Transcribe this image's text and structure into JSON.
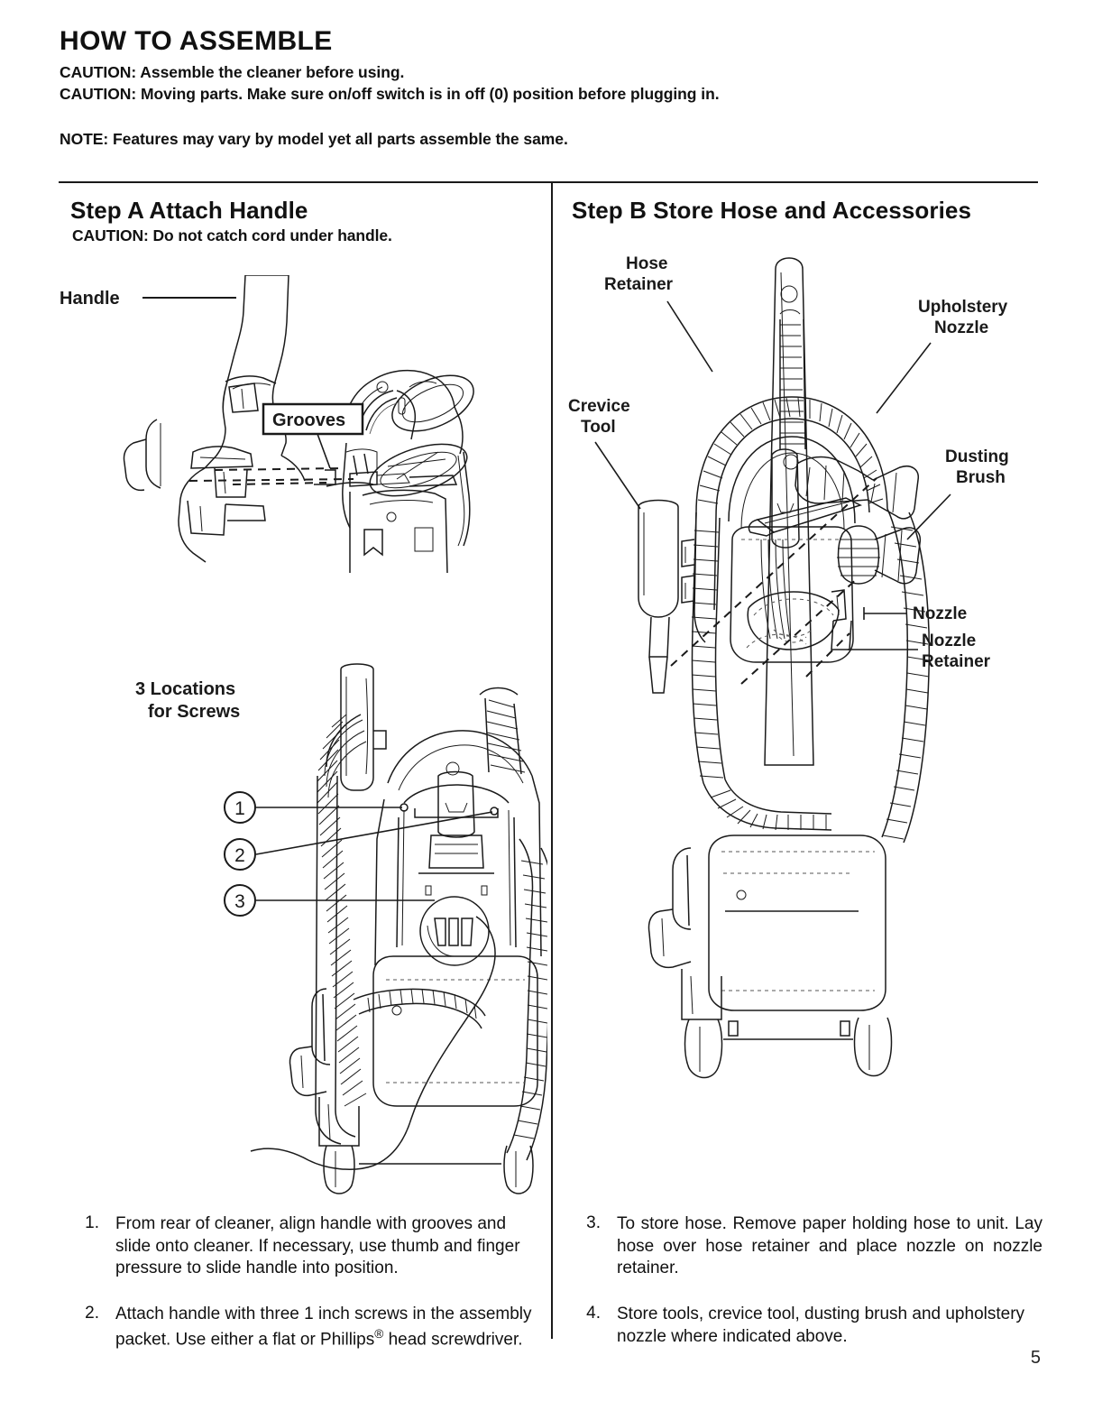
{
  "document": {
    "title": "HOW TO ASSEMBLE",
    "cautions": [
      "CAUTION:  Assemble the cleaner before using.",
      "CAUTION:  Moving parts. Make sure on/off switch is in off (0) position before plugging in."
    ],
    "note": "NOTE:  Features may vary by model yet all parts assemble the same.",
    "page_number": "5"
  },
  "step_a": {
    "heading": "Step A  Attach Handle",
    "caution": "CAUTION: Do not catch cord under handle.",
    "figure_labels": {
      "handle": "Handle",
      "grooves": "Grooves",
      "screw_locations_line1": "3 Locations",
      "screw_locations_line2": "for Screws",
      "screw_numbers": [
        "1",
        "2",
        "3"
      ]
    },
    "instructions": [
      {
        "number": "1.",
        "text": "From rear of cleaner, align handle with grooves and slide onto cleaner. If necessary, use thumb and finger pressure to slide handle into position."
      },
      {
        "number": "2.",
        "text_before_reg": "Attach handle with three 1 inch screws in the assembly packet. Use either a flat or Phillips",
        "reg_mark": "®",
        "text_after_reg": " head screwdriver."
      }
    ]
  },
  "step_b": {
    "heading": "Step B Store Hose and Accessories",
    "figure_labels": {
      "hose_retainer_line1": "Hose",
      "hose_retainer_line2": "Retainer",
      "crevice_tool_line1": "Crevice",
      "crevice_tool_line2": "Tool",
      "upholstery_nozzle_line1": "Upholstery",
      "upholstery_nozzle_line2": "Nozzle",
      "dusting_brush_line1": "Dusting",
      "dusting_brush_line2": "Brush",
      "nozzle": "Nozzle",
      "nozzle_retainer_line1": "Nozzle",
      "nozzle_retainer_line2": "Retainer"
    },
    "instructions": [
      {
        "number": "3.",
        "text": "To store hose. Remove paper holding hose to unit. Lay hose over hose retainer and place nozzle on nozzle retainer."
      },
      {
        "number": "4.",
        "text": "Store tools, crevice tool, dusting brush and upholstery nozzle where indicated above."
      }
    ]
  },
  "colors": {
    "ink": "#1a1a1a",
    "paper": "#ffffff"
  }
}
